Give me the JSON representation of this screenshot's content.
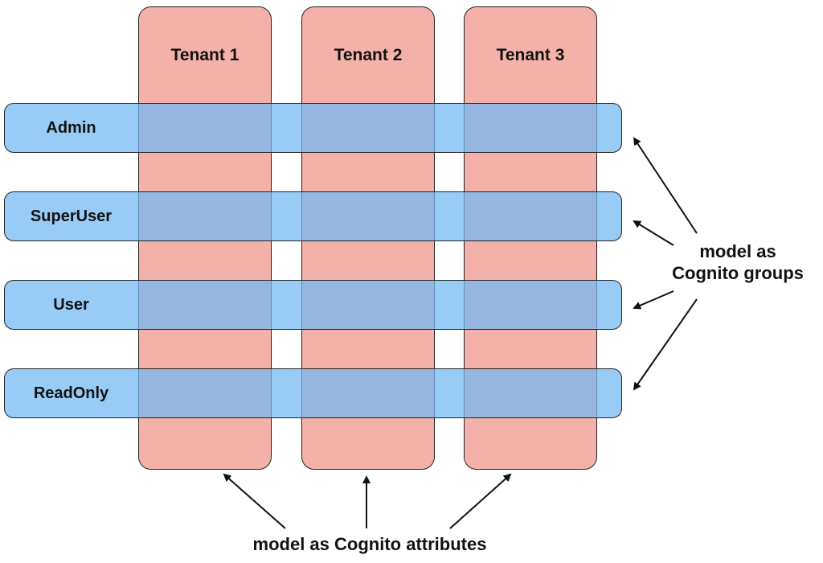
{
  "tenants": [
    {
      "label": "Tenant 1"
    },
    {
      "label": "Tenant 2"
    },
    {
      "label": "Tenant 3"
    }
  ],
  "roles": [
    {
      "label": "Admin"
    },
    {
      "label": "SuperUser"
    },
    {
      "label": "User"
    },
    {
      "label": "ReadOnly"
    }
  ],
  "annotations": {
    "groups_line1": "model as",
    "groups_line2": "Cognito groups",
    "attributes": "model as Cognito attributes"
  },
  "colors": {
    "tenant_fill": "#f4b1a9",
    "role_fill": "#70b9f3",
    "stroke": "#222222"
  }
}
